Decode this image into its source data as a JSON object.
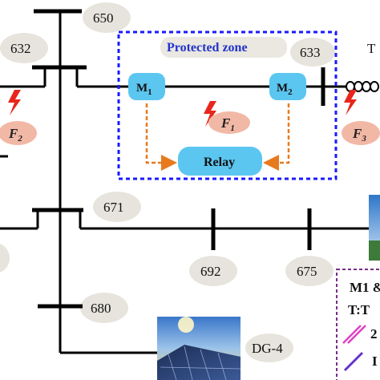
{
  "buses": {
    "b650": "650",
    "b632": "632",
    "b633": "633",
    "b671": "671",
    "b692": "692",
    "b675": "675",
    "b680": "680"
  },
  "faults": {
    "f1": "F1",
    "f2": "F2",
    "f3": "F3"
  },
  "protected_zone": {
    "title": "Protected zone",
    "meter1": "M1",
    "meter2": "M2",
    "relay": "Relay"
  },
  "transformer_label": "T",
  "dg": {
    "label": "DG-4"
  },
  "legend": {
    "line1": "M1 &",
    "line2": "T:T",
    "item1": "2",
    "item2": "I"
  },
  "colors": {
    "line": "#000000",
    "zone_border": "#1a1aff",
    "meter_fill": "#5bc6f0",
    "fault_bolt": "#e8261c",
    "fault_bubble": "#f2b8a6",
    "label_bubble": "#e6e4dc",
    "comm_arrow": "#e87a1e",
    "legend_border": "#7a2a8a",
    "legend_pink": "#e040c0",
    "legend_purple": "#6633cc"
  }
}
